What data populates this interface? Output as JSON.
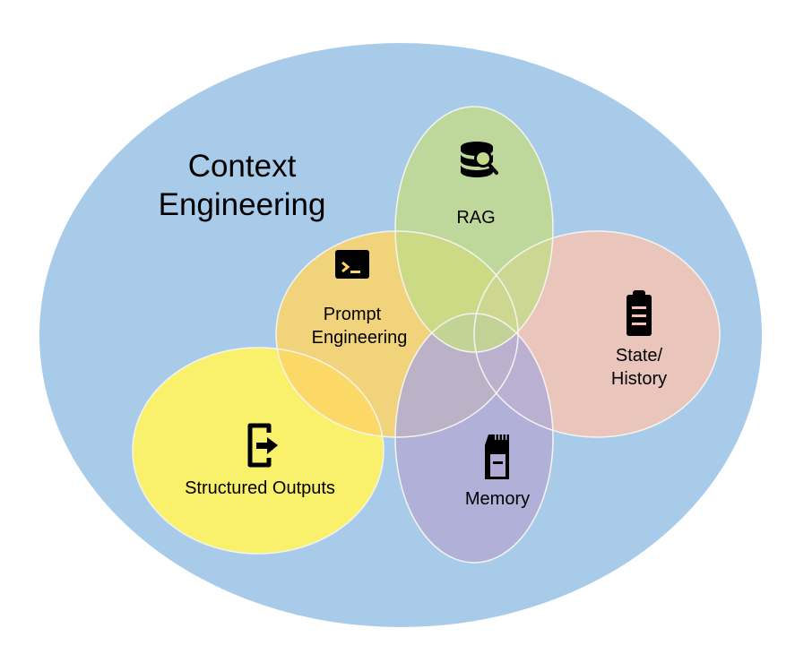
{
  "diagram": {
    "type": "venn",
    "outer": {
      "title_lines": [
        "Context",
        "Engineering"
      ],
      "color": "#a9cbea"
    },
    "sets": [
      {
        "id": "rag",
        "label_lines": [
          "RAG"
        ],
        "icon": "database-search-icon",
        "color": "#c3db88"
      },
      {
        "id": "prompt",
        "label_lines": [
          "Prompt",
          "Engineering"
        ],
        "icon": "terminal-icon",
        "color": "#fdd566"
      },
      {
        "id": "state",
        "label_lines": [
          "State/",
          "History"
        ],
        "icon": "clipboard-icon",
        "color": "#f6c4b4"
      },
      {
        "id": "memory",
        "label_lines": [
          "Memory"
        ],
        "icon": "memory-card-icon",
        "color": "#b1abd5"
      },
      {
        "id": "structured",
        "label_lines": [
          "Structured Outputs"
        ],
        "icon": "exit-arrow-icon",
        "color": "#f9f06b"
      }
    ],
    "outline_color": "#f4f4f0"
  }
}
